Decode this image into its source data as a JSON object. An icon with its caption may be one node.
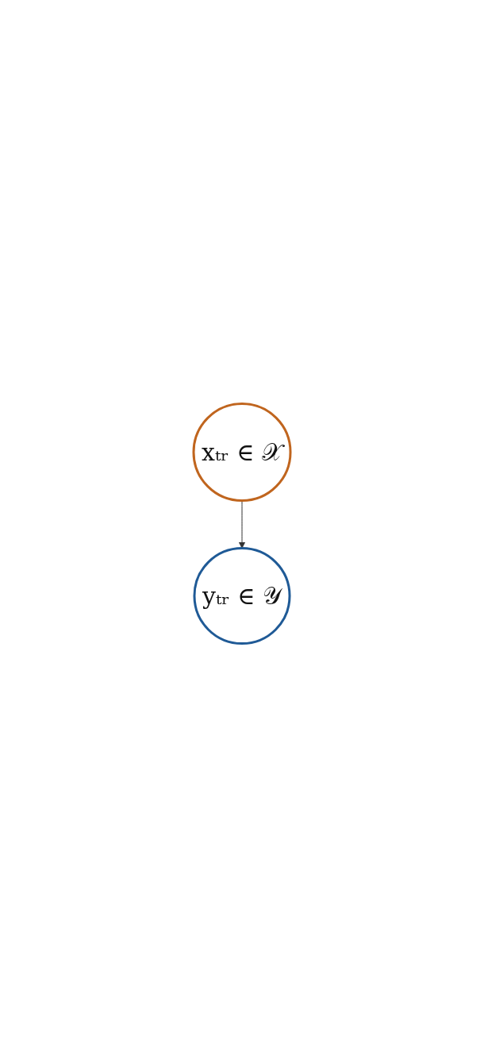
{
  "diagram": {
    "nodes": [
      {
        "text": [
          "xₜᵣ ∈ 𝒳"
        ]
      },
      {
        "text": [
          "yₜᵣ ∈ 𝒴"
        ]
      }
    ],
    "edges": [
      {
        "from": 0,
        "to": 1,
        "arrow": "to"
      }
    ]
  }
}
